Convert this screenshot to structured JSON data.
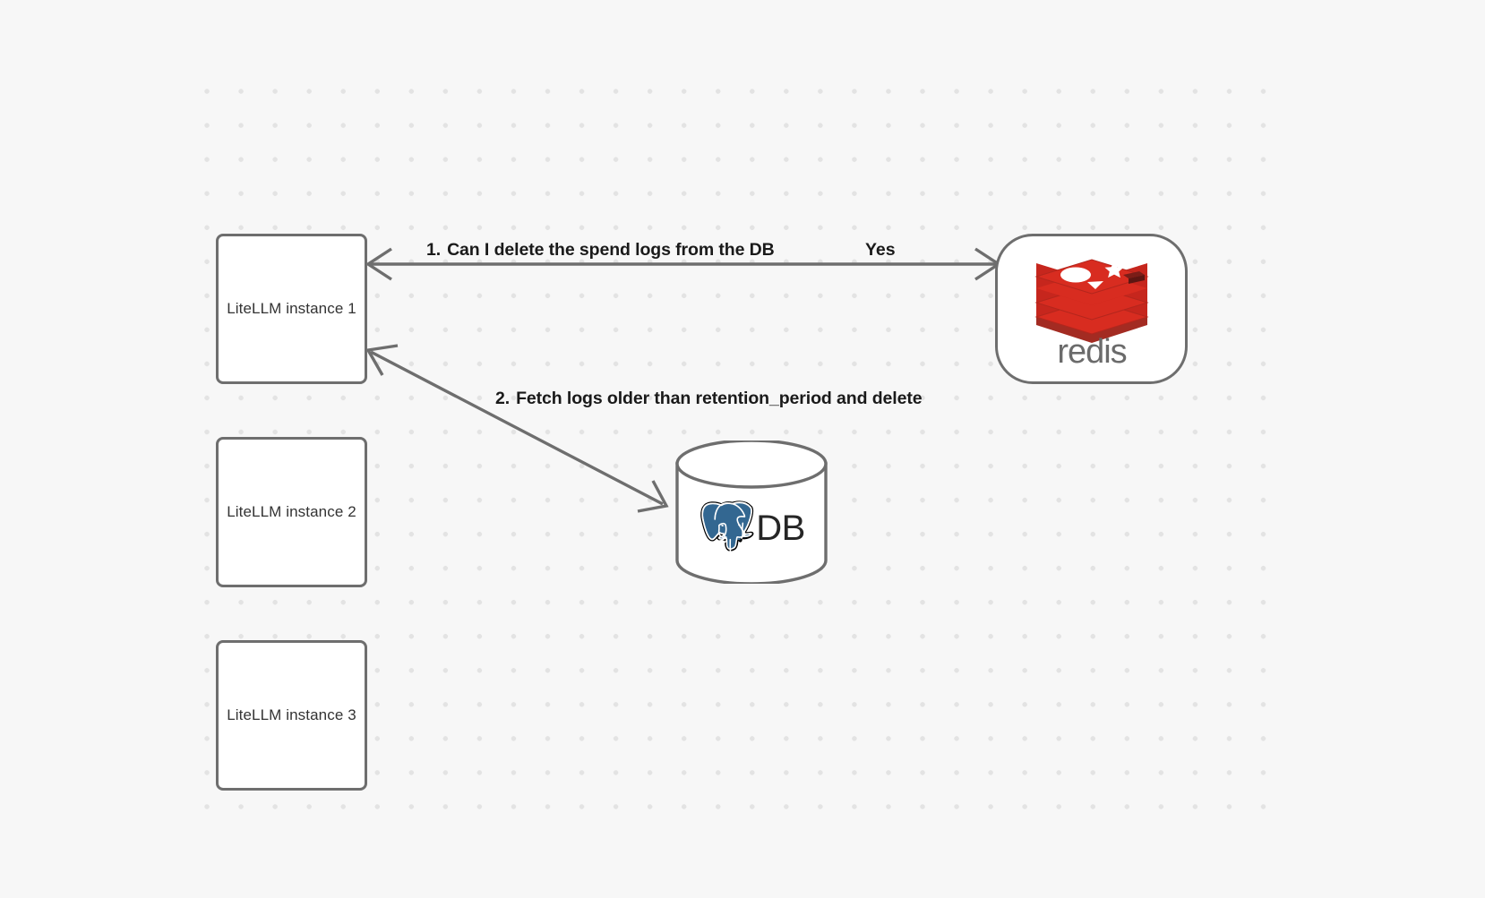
{
  "canvas": {
    "background_color": "#f7f7f7",
    "grid_dot_color": "#e3e3e3",
    "node_border_color": "#6e6e6e",
    "edge_color": "#6e6e6e",
    "label_color": "#1a1a1a"
  },
  "nodes": [
    {
      "id": "llm-1",
      "label": "LiteLLM instance 1",
      "type": "rectangle"
    },
    {
      "id": "llm-2",
      "label": "LiteLLM instance 2",
      "type": "rectangle"
    },
    {
      "id": "llm-3",
      "label": "LiteLLM instance 3",
      "type": "rectangle"
    },
    {
      "id": "redis",
      "label": "redis",
      "type": "rounded-rectangle",
      "logo": "redis-logo",
      "logo_color": "#d82c20"
    },
    {
      "id": "db",
      "label": "DB",
      "type": "cylinder",
      "logo": "postgresql-elephant-icon",
      "logo_color": "#336791"
    }
  ],
  "edges": [
    {
      "id": "edge-1",
      "from": "llm-1",
      "to": "redis",
      "number": "1.",
      "label": "Can I delete the spend logs from the DB",
      "reply_label": "Yes",
      "direction": "bidirectional"
    },
    {
      "id": "edge-2",
      "from": "llm-1",
      "to": "db",
      "number": "2.",
      "label": "Fetch logs older than retention_period and delete",
      "direction": "bidirectional"
    }
  ]
}
